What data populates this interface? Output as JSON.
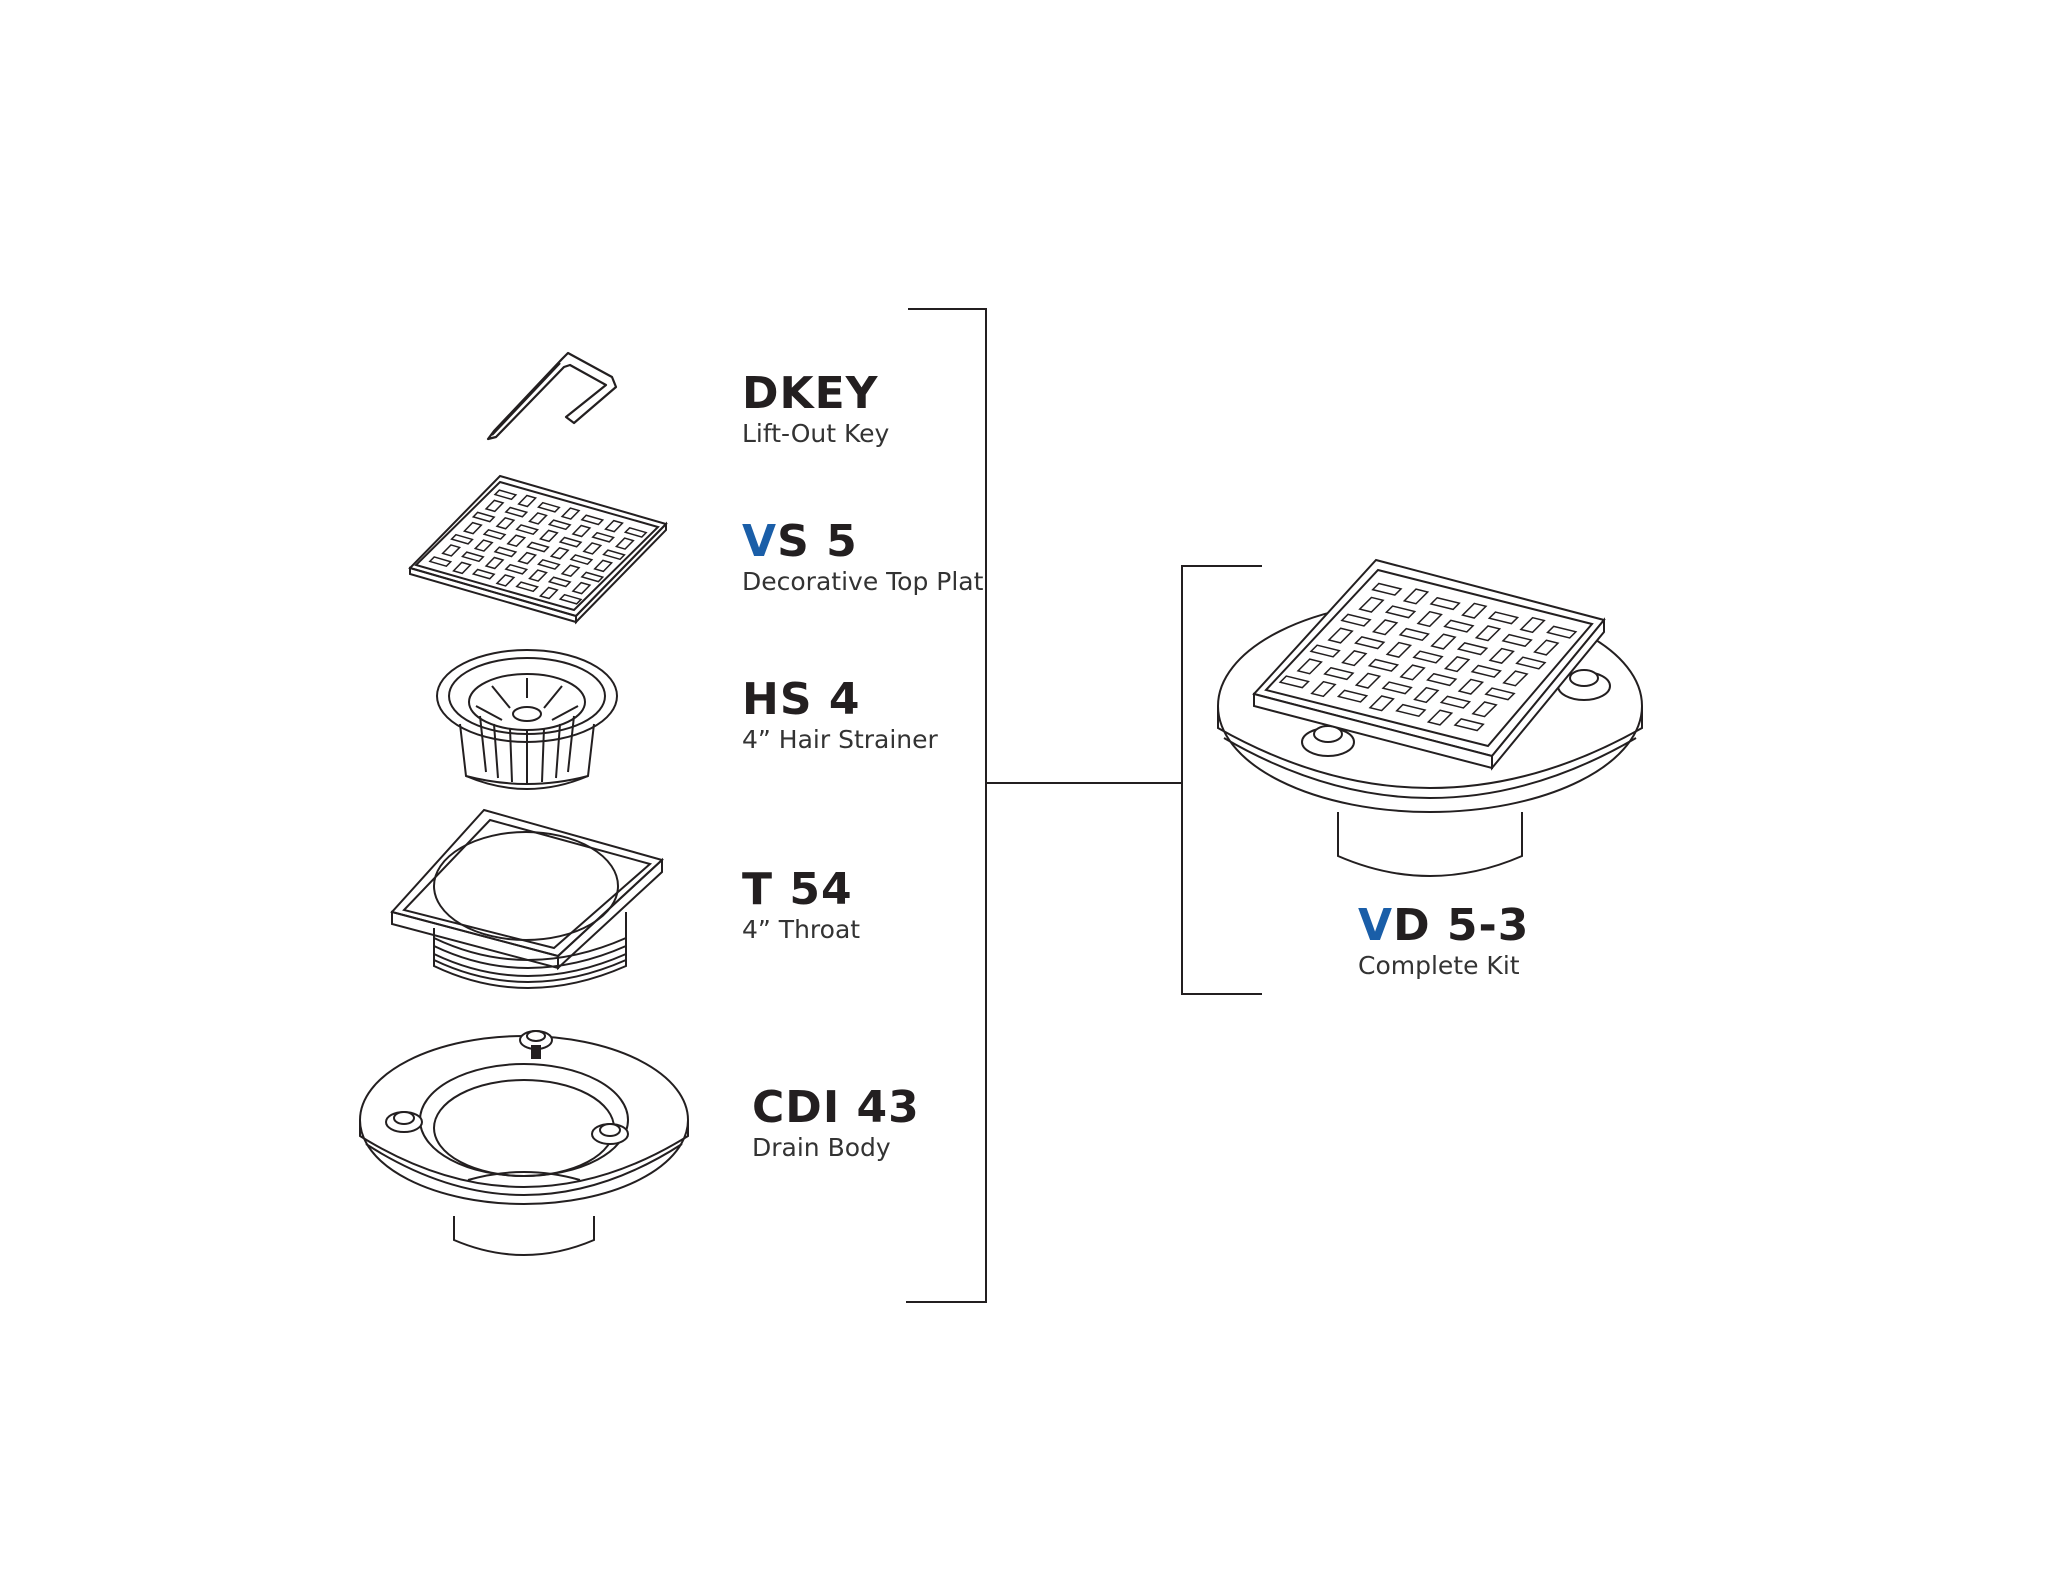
{
  "colors": {
    "ink": "#231f20",
    "accent": "#1a5ea8",
    "background": "#ffffff"
  },
  "parts": [
    {
      "code_prefix": "",
      "code_rest": "DKEY",
      "desc": "Lift-Out Key",
      "icon": "lift-out-key-icon"
    },
    {
      "code_prefix": "V",
      "code_rest": "S 5",
      "desc": "Decorative Top Plat",
      "icon": "decorative-top-plate-icon"
    },
    {
      "code_prefix": "",
      "code_rest": "HS 4",
      "desc": "4” Hair Strainer",
      "icon": "hair-strainer-icon"
    },
    {
      "code_prefix": "",
      "code_rest": "T 54",
      "desc": "4” Throat",
      "icon": "throat-icon"
    },
    {
      "code_prefix": "",
      "code_rest": "CDI 43",
      "desc": "Drain Body",
      "icon": "drain-body-icon"
    }
  ],
  "kit": {
    "code_prefix": "V",
    "code_rest": "D 5-3",
    "desc": "Complete Kit",
    "icon": "complete-drain-kit-icon"
  }
}
